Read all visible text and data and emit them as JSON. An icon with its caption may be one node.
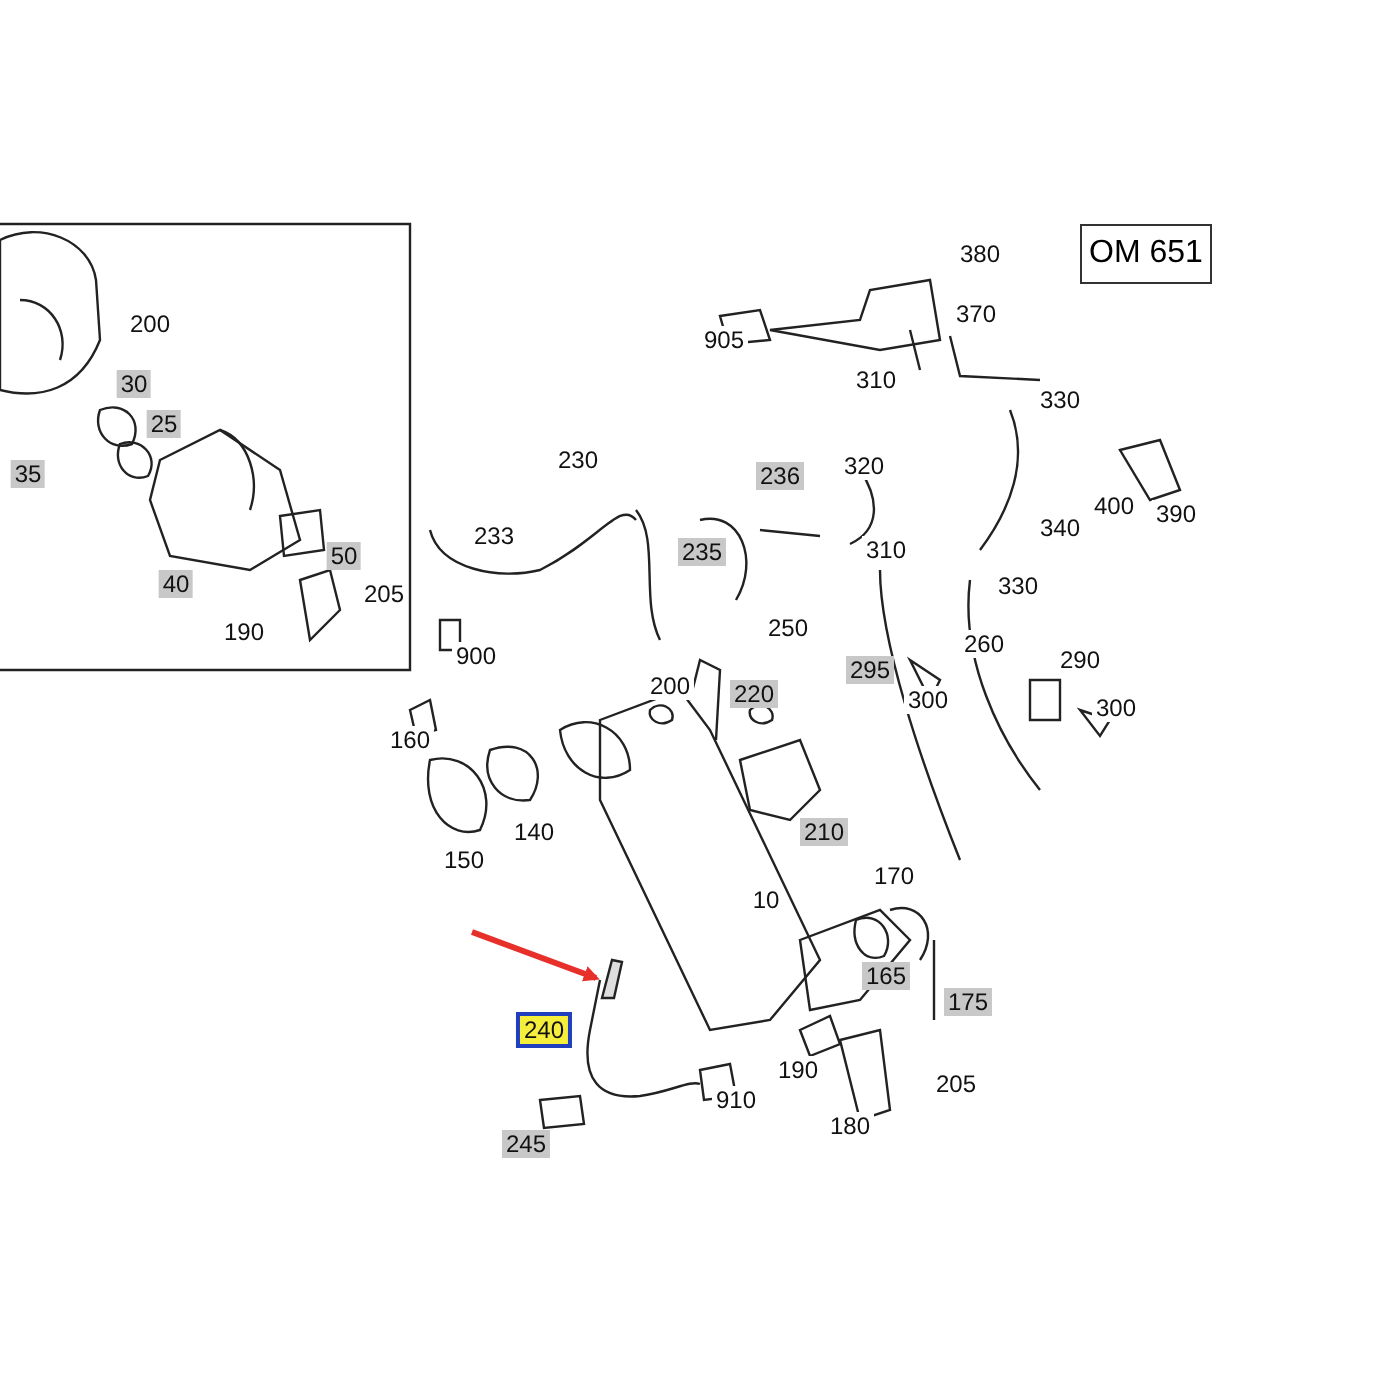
{
  "diagram": {
    "nodes": [
      {
        "text": [
          "OM 651"
        ]
      },
      {
        "text": [],
        "shape": "picture"
      }
    ],
    "edges": [
      {
        "from": null,
        "to": 1,
        "arrow": "to",
        "color": "#e8302a"
      }
    ],
    "labels": [
      "200",
      "30",
      "25",
      "35",
      "50",
      "40",
      "205",
      "190",
      "380",
      "370",
      "905",
      "310",
      "330",
      "230",
      "236",
      "320",
      "400",
      "390",
      "233",
      "235",
      "310",
      "340",
      "330",
      "900",
      "250",
      "295",
      "260",
      "290",
      "200",
      "220",
      "300",
      "300",
      "160",
      "140",
      "210",
      "150",
      "10",
      "170",
      "165",
      "175",
      "240",
      "190",
      "205",
      "910",
      "180",
      "245"
    ]
  }
}
